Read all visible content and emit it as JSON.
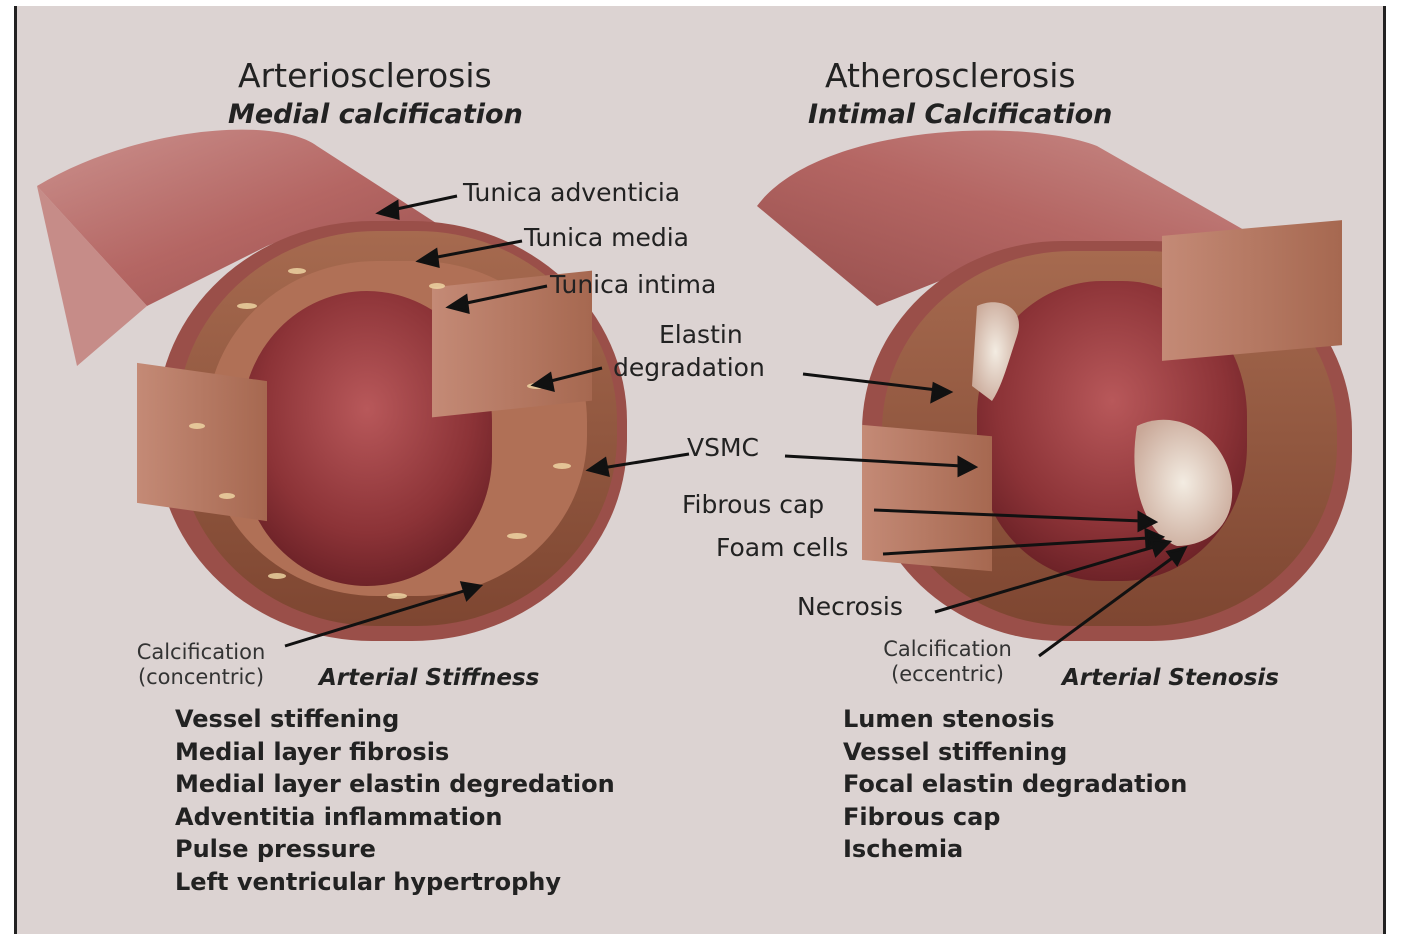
{
  "left": {
    "title": "Arteriosclerosis",
    "subtitle": "Medial calcification",
    "labels": {
      "tunica_adventicia": "Tunica adventicia",
      "tunica_media": "Tunica media",
      "tunica_intima": "Tunica intima",
      "elastin_line1": "Elastin",
      "elastin_line2": "degradation",
      "vsmc": "VSMC",
      "calc_line1": "Calcification",
      "calc_line2": "(concentric)"
    },
    "caption": "Arterial Stiffness",
    "items": [
      "Vessel stiffening",
      "Medial layer fibrosis",
      "Medial layer elastin degredation",
      "Adventitia inflammation",
      "Pulse pressure",
      "Left ventricular hypertrophy"
    ]
  },
  "right": {
    "title": "Atherosclerosis",
    "subtitle": "Intimal Calcification",
    "labels": {
      "fibrous_cap": "Fibrous cap",
      "foam_cells": "Foam cells",
      "necrosis": "Necrosis",
      "calc_line1": "Calcification",
      "calc_line2": "(eccentric)"
    },
    "caption": "Arterial Stenosis",
    "items": [
      "Lumen stenosis",
      "Vessel stiffening",
      "Focal elastin degradation",
      "Fibrous cap",
      "Ischemia"
    ]
  },
  "colors": {
    "background": "#dcd3d2",
    "vessel_outer": "#b8605c",
    "vessel_wall": "#8a4a38",
    "lumen": "#7a2a2e",
    "plaque": "#e8ddd0"
  }
}
